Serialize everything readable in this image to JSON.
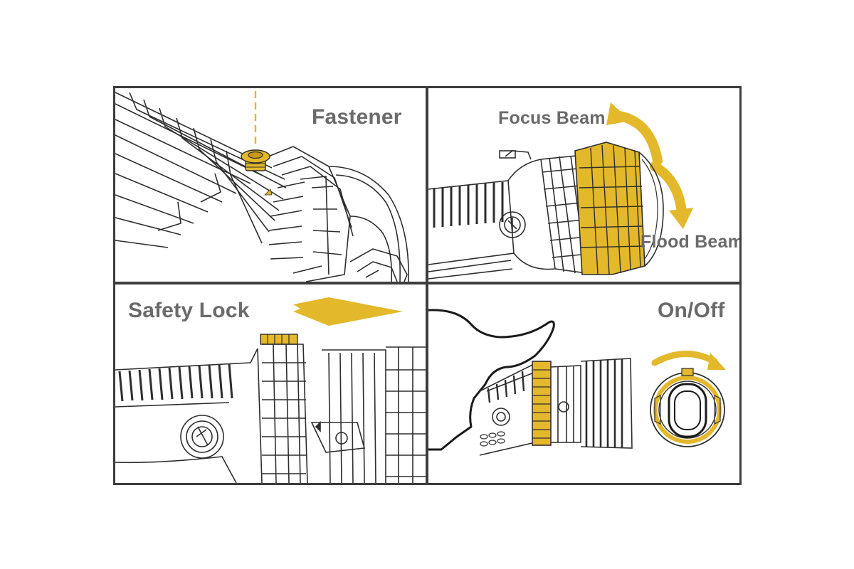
{
  "panels": [
    {
      "id": "fastener",
      "label": "Fastener"
    },
    {
      "id": "beam",
      "labels": {
        "focus": "Focus Beam",
        "flood": "Flood Beam"
      }
    },
    {
      "id": "safety",
      "label": "Safety Lock"
    },
    {
      "id": "power",
      "label": "On/Off"
    }
  ],
  "colors": {
    "accent": "#e3b82a",
    "accent_dark": "#a07d10",
    "line": "#2e2e2e",
    "frame": "#3d3d3d",
    "label": "#6a6a6a"
  }
}
